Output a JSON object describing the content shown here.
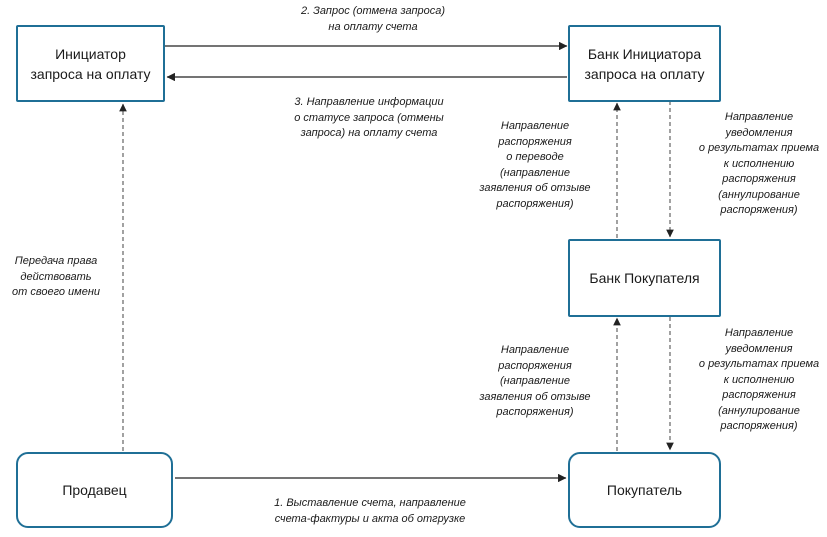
{
  "nodes": {
    "initiator": [
      "Инициатор",
      "запроса на оплату"
    ],
    "initiator_bank": [
      "Банк Инициатора",
      "запроса на оплату"
    ],
    "buyer_bank": [
      "Банк Покупателя"
    ],
    "seller": [
      "Продавец"
    ],
    "buyer": [
      "Покупатель"
    ]
  },
  "edges": {
    "request": [
      "2. Запрос (отмена запроса)",
      "на оплату счета"
    ],
    "status_info": [
      "3. Направление информации",
      "о статусе запроса (отмены",
      "запроса) на оплату счета"
    ],
    "authority": [
      "Передача права",
      "действовать",
      "от своего имени"
    ],
    "order_transfer": [
      "Направление",
      "распоряжения",
      "о переводе",
      "(направление",
      "заявления об отзыве",
      "распоряжения)"
    ],
    "notice_top": [
      "Направление",
      "уведомления",
      "о результатах приема",
      "к исполнению",
      "распоряжения",
      "(аннулирование",
      "распоряжения)"
    ],
    "order_bottom": [
      "Направление",
      "распоряжения",
      "(направление",
      "заявления об отзыве",
      "распоряжения)"
    ],
    "notice_bottom": [
      "Направление",
      "уведомления",
      "о результатах приема",
      "к исполнению",
      "распоряжения",
      "(аннулирование",
      "распоряжения)"
    ],
    "invoice": [
      "1. Выставление счета, направление",
      "счета-фактуры и акта об отгрузке"
    ]
  },
  "colors": {
    "node_border": "#1f6f96",
    "arrow": "#222222",
    "text": "#1a1a1a"
  }
}
